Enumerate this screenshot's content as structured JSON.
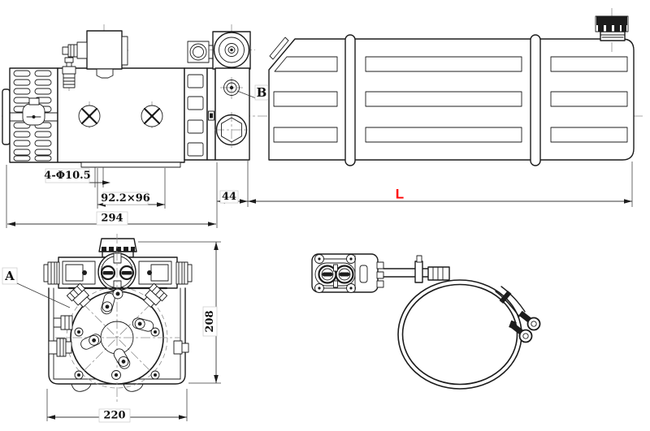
{
  "drawing": {
    "description": "Technical engineering drawing of a DC hydraulic power unit: side view (motor, pump, valve block, ribbed oil tank with filler cap), end view with mounting bracket, and hand-held remote control pendant with coiled cable and ring terminals",
    "line_color": "#1c1c1c",
    "centerline_color": "#8f8f8f",
    "accent_red": "#ff0000",
    "labels": {
      "mount_holes": "4-Φ10.5",
      "hole_pattern": "92.2×96",
      "valve_block_width": "44",
      "motor_pump_length": "294",
      "tank_length": "L",
      "port_b": "B",
      "detail_a": "A",
      "overall_height": "208",
      "overall_width": "220"
    }
  }
}
